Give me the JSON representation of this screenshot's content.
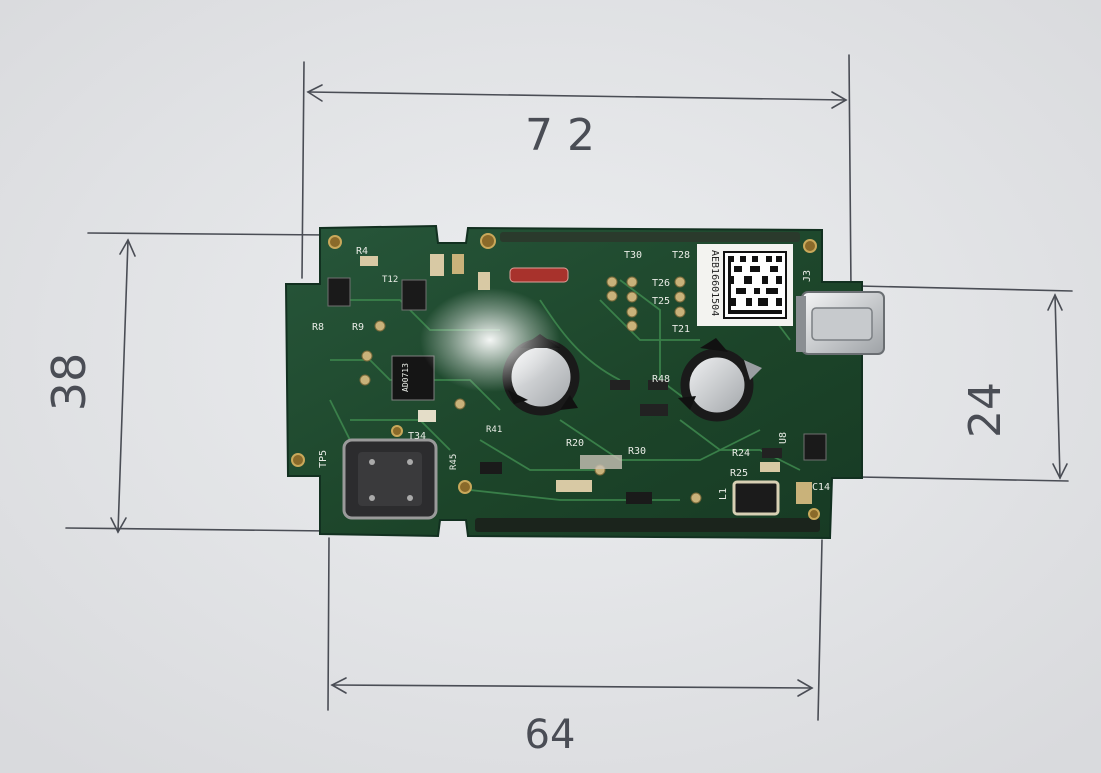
{
  "dimensions": {
    "top_width": "7 2",
    "bottom_width": "64",
    "left_height": "38",
    "right_height": "24"
  },
  "board": {
    "serial_label": "AEB16601504",
    "silkscreen": {
      "r4": "R4",
      "t12": "T12",
      "r8": "R8",
      "r9": "R9",
      "t34": "T34",
      "tp5": "TP5",
      "t30": "T30",
      "t28": "T28",
      "t26": "T26",
      "t25": "T25",
      "t21": "T21",
      "r48": "R48",
      "r20": "R20",
      "r30": "R30",
      "r41": "R41",
      "r45": "R45",
      "r24": "R24",
      "r25": "R25",
      "l1": "L1",
      "c14": "C14",
      "u8": "U8",
      "j3": "J3",
      "chip_mark": "AD0713"
    }
  },
  "colors": {
    "paper": "#e6e7e9",
    "pcb": "#1f4a2a",
    "pen": "#4a4d55",
    "silk": "#e9ece6",
    "metal": "#b9bcbf"
  }
}
